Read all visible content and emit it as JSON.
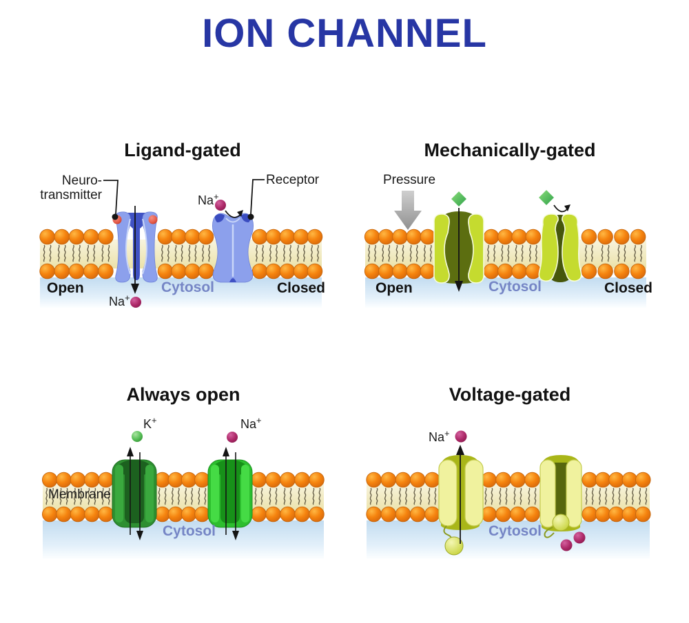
{
  "title": {
    "text": "ION CHANNEL",
    "color": "#2736A4"
  },
  "panels": {
    "ligand": {
      "title": "Ligand-gated",
      "labels": {
        "neurotransmitter_line1": "Neuro-",
        "neurotransmitter_line2": "transmitter",
        "receptor": "Receptor",
        "na_ion_top": {
          "symbol": "Na",
          "charge": "+"
        },
        "na_ion_bottom": {
          "symbol": "Na",
          "charge": "+"
        },
        "open": "Open",
        "cytosol": "Cytosol",
        "closed": "Closed"
      }
    },
    "mechanical": {
      "title": "Mechanically-gated",
      "labels": {
        "pressure": "Pressure",
        "open": "Open",
        "cytosol": "Cytosol",
        "closed": "Closed"
      }
    },
    "always_open": {
      "title": "Always open",
      "labels": {
        "k_ion": {
          "symbol": "K",
          "charge": "+"
        },
        "na_ion": {
          "symbol": "Na",
          "charge": "+"
        },
        "membrane": "Membrane",
        "cytosol": "Cytosol"
      }
    },
    "voltage": {
      "title": "Voltage-gated",
      "labels": {
        "na_ion": {
          "symbol": "Na",
          "charge": "+"
        },
        "cytosol": "Cytosol"
      }
    }
  },
  "colors": {
    "title": "#2736A4",
    "text_black": "#1A1A1A",
    "cytosol_label": "#7585C5",
    "lipid_head": "#F5820E",
    "membrane_interior": "#F3EDC6",
    "cytosol_band": "#C5DDF1",
    "ligand_channel": "#8CA0EC",
    "ligand_channel_interior": "#4052C4",
    "neurotransmitter_red": "#E8604E",
    "sodium_ion": "#AD2968",
    "potassium_ion": "#56BE56",
    "mechanical_channel": "#C5DB2F",
    "mechanical_open_interior": "#5C6E10",
    "mechanical_closed_interior": "#46570B",
    "gated_diamond": "#3FB54F",
    "pressure_arrow": "#B5B5B5",
    "potassium_channel": "#2E8F31",
    "sodium_channel": "#2DBE2F",
    "voltage_channel": "#F0F29E",
    "voltage_channel_interior": "#A9B618"
  }
}
